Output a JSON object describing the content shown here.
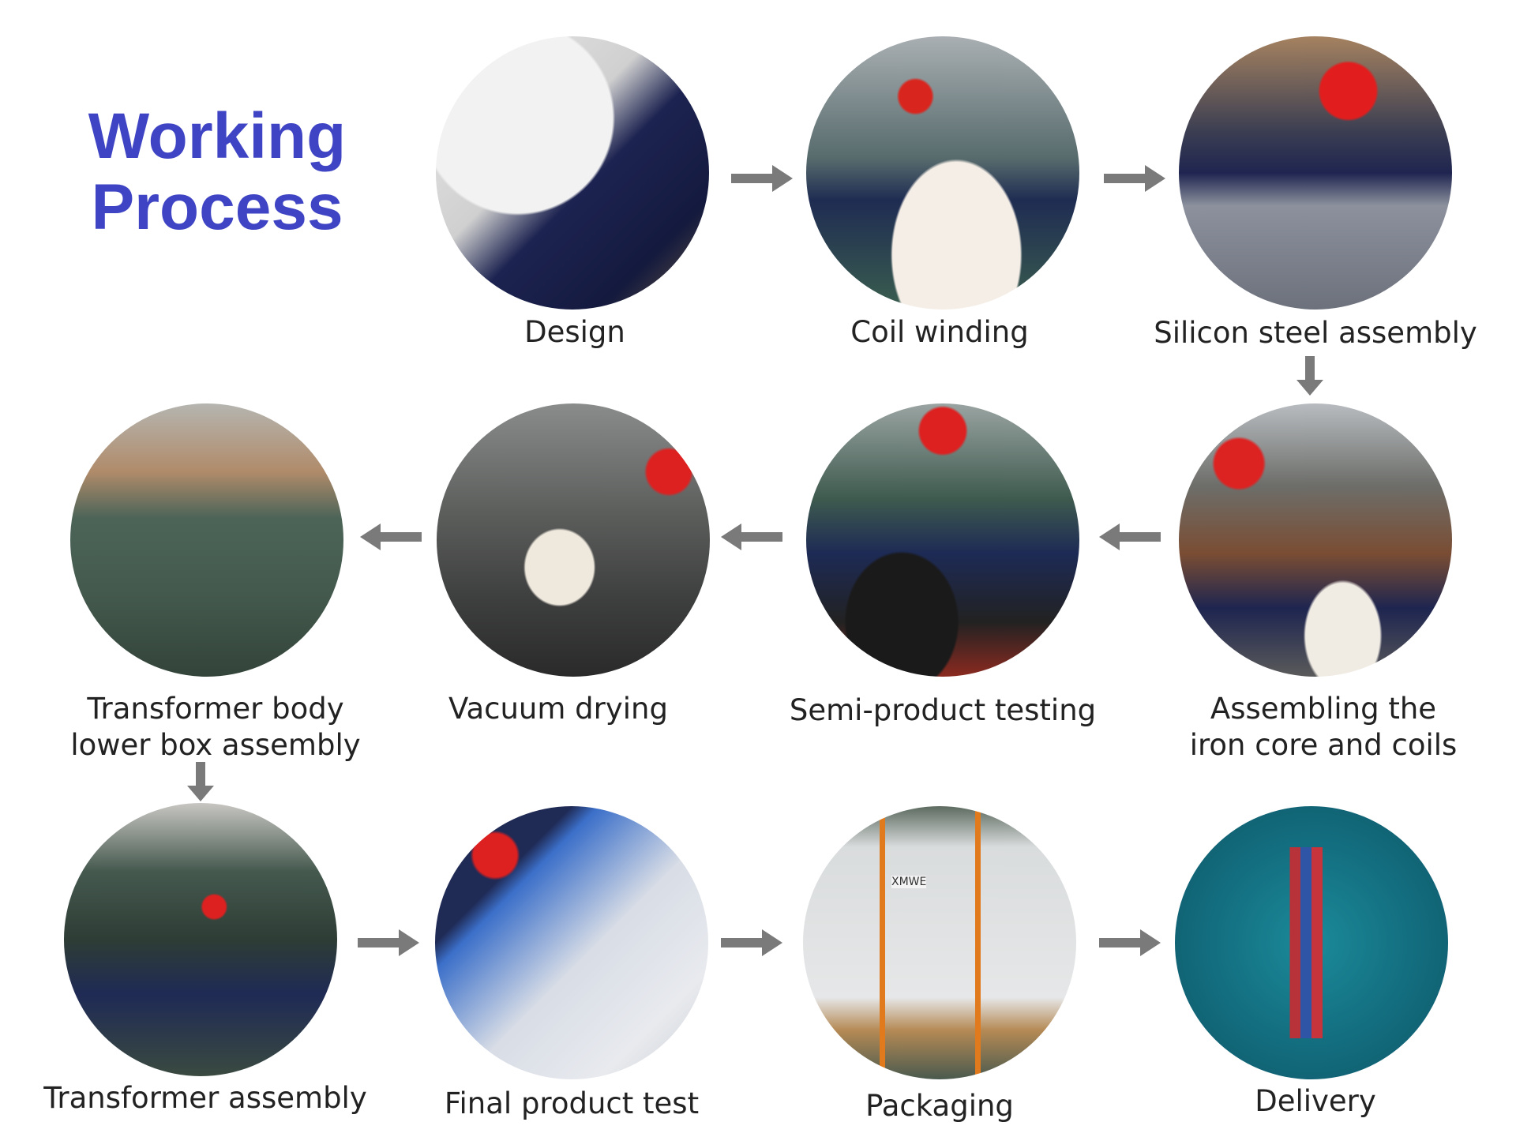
{
  "title": {
    "line1": "Working",
    "line2": "Process"
  },
  "colors": {
    "title": "#3f44c4",
    "arrow": "#7a7a7a"
  },
  "steps": [
    {
      "label": "Design"
    },
    {
      "label": "Coil winding"
    },
    {
      "label": "Silicon steel assembly"
    },
    {
      "label": "Assembling the\niron core and coils"
    },
    {
      "label": "Semi-product testing"
    },
    {
      "label": "Vacuum drying"
    },
    {
      "label": "Transformer body\nlower box assembly"
    },
    {
      "label": "Transformer assembly"
    },
    {
      "label": "Final product test"
    },
    {
      "label": "Packaging"
    },
    {
      "label": "Delivery"
    }
  ],
  "photo_texts": {
    "packaging_box": "XMWE"
  }
}
